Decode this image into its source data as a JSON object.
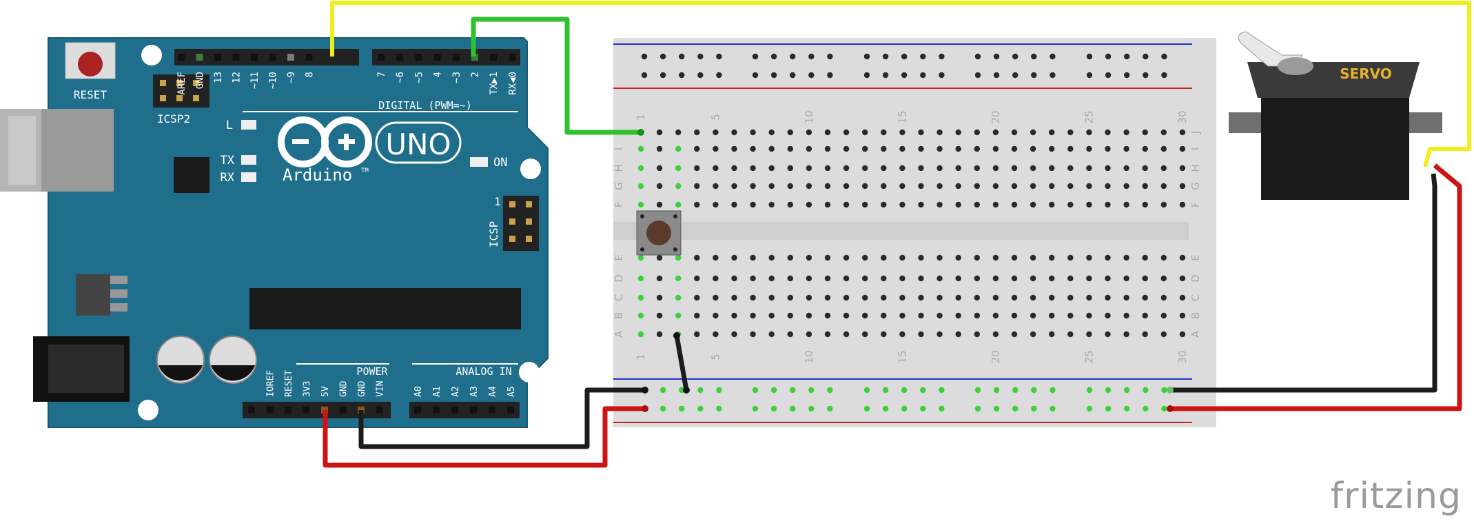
{
  "arduino": {
    "reset_label": "RESET",
    "icsp2_label": "ICSP2",
    "icsp_label": "ICSP",
    "icsp_pin1": "1",
    "led_l": "L",
    "led_tx": "TX",
    "led_rx": "RX",
    "led_on": "ON",
    "brand": "Arduino",
    "brand_tm": "TM",
    "model": "UNO",
    "digital_label": "DIGITAL (PWM=~)",
    "power_label": "POWER",
    "analog_label": "ANALOG IN",
    "digital_pins_left": [
      "AREF",
      "GND",
      "13",
      "12",
      "~11",
      "~10",
      "~9",
      "8"
    ],
    "digital_pins_right": [
      "7",
      "~6",
      "~5",
      "4",
      "~3",
      "2",
      "TX▶1",
      "RX◀0"
    ],
    "power_pins": [
      "IOREF",
      "RESET",
      "3V3",
      "5V",
      "GND",
      "GND",
      "VIN"
    ],
    "analog_pins": [
      "A0",
      "A1",
      "A2",
      "A3",
      "A4",
      "A5"
    ]
  },
  "breadboard": {
    "column_numbers": [
      "1",
      "5",
      "10",
      "15",
      "20",
      "25",
      "30"
    ],
    "rows_top": [
      "J",
      "I",
      "H",
      "G",
      "F"
    ],
    "rows_bottom": [
      "E",
      "D",
      "C",
      "B",
      "A"
    ]
  },
  "servo": {
    "label": "SERVO"
  },
  "colors": {
    "board": "#1f6e8c",
    "wire_yellow": "#f2ee1b",
    "wire_green": "#2ec22e",
    "wire_red": "#cc1414",
    "wire_black": "#1c1c1c",
    "breadboard": "#d9d9d9"
  },
  "watermark": "fritzing"
}
